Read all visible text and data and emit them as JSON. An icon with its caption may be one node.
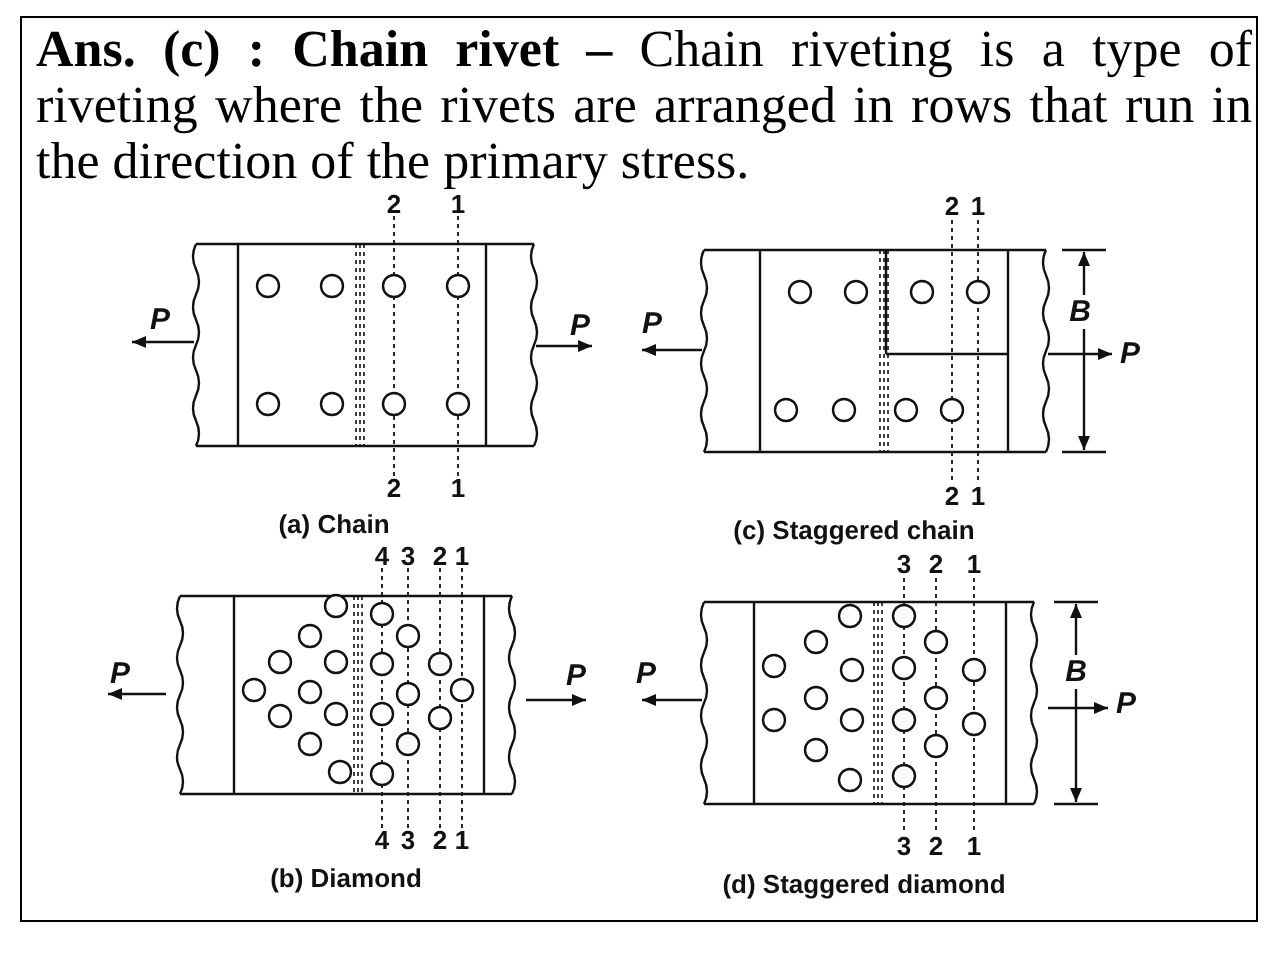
{
  "diagram": {
    "labels": [
      "**Ans. (c) : Chain rivet –** Chain riveting is a type of riveting where the rivets are arranged in rows that run in the direction of the primary stress.",
      "2",
      "1",
      "P",
      "P",
      "2",
      "1",
      "(a) Chain",
      "2",
      "1",
      "B",
      "P",
      "P",
      "2",
      "1",
      "(c) Staggered chain",
      "4",
      "3",
      "2",
      "1",
      "P",
      "P",
      "4",
      "3",
      "2",
      "1",
      "(b) Diamond",
      "3",
      "2",
      "1",
      "P",
      "B",
      "P",
      "3",
      "2",
      "1",
      "(d) Staggered diamond"
    ]
  }
}
